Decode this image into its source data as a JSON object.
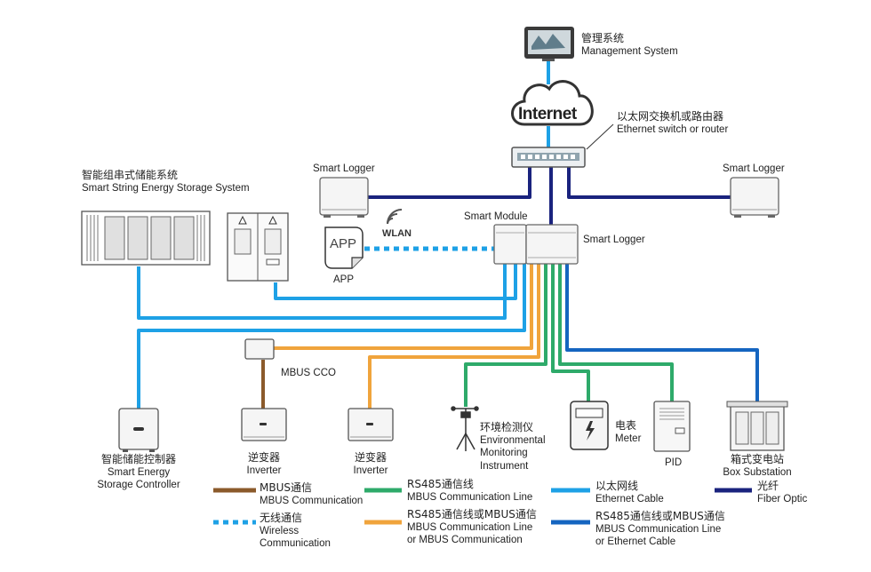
{
  "labels": {
    "management_zh": "管理系统",
    "management_en": "Management System",
    "internet": "Internet",
    "switch_zh": "以太网交换机或路由器",
    "switch_en": "Ethernet switch or router",
    "smart_logger_left": "Smart  Logger",
    "smart_logger_right": "Smart  Logger",
    "smart_logger_main": "Smart  Logger",
    "smart_module": "Smart Module",
    "string_ess_zh": "智能组串式储能系统",
    "string_ess_en": "Smart String Energy Storage System",
    "app_icon": "APP",
    "app": "APP",
    "wlan": "WLAN",
    "mbus_cco": "MBUS CCO",
    "controller_zh": "智能储能控制器",
    "controller_en1": "Smart Energy",
    "controller_en2": "Storage Controller",
    "inverter1_zh": "逆变器",
    "inverter1_en": "Inverter",
    "inverter2_zh": "逆变器",
    "inverter2_en": "Inverter",
    "env_zh": "环境检测仪",
    "env_en1": "Environmental",
    "env_en2": "Monitoring",
    "env_en3": "Instrument",
    "meter_zh": "电表",
    "meter_en": "Meter",
    "pid": "PID",
    "box_zh": "箱式变电站",
    "box_en": "Box Substation"
  },
  "legend": {
    "mbus_zh": "MBUS通信",
    "mbus_en": "MBUS Communication",
    "rs485_zh": "RS485通信线",
    "rs485_en": "MBUS Communication Line",
    "eth_zh": "以太网线",
    "eth_en": "Ethernet Cable",
    "fiber_zh": "光纤",
    "fiber_en": "Fiber Optic",
    "wireless_zh": "无线通信",
    "wireless_en1": "Wireless",
    "wireless_en2": "Communication",
    "rs485_or_mbus_zh": "RS485通信线或MBUS通信",
    "rs485_or_mbus_en1": "MBUS Communication Line",
    "rs485_or_mbus_en2": "or MBUS Communication",
    "rs485_mbus_eth_zh": "RS485通信线或MBUS通信",
    "rs485_mbus_eth_en1": "MBUS Communication Line",
    "rs485_mbus_eth_en2": "or Ethernet Cable"
  },
  "colors": {
    "mbus": "#8B5A2B",
    "rs485": "#2EAA6A",
    "ethernet": "#1EA1E6",
    "fiber": "#1A237E",
    "wireless": "#1EA1E6",
    "rs485_or_mbus": "#F0A43C",
    "rs485_mbus_eth": "#1565C0"
  }
}
